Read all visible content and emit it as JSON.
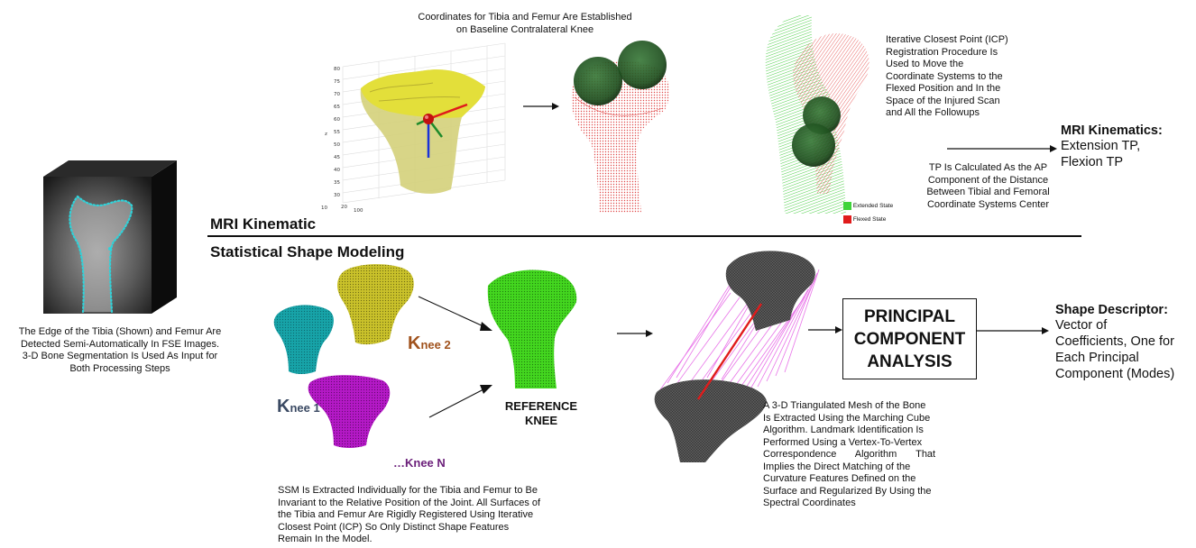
{
  "top_left_caption": {
    "line1": "Coordinates for Tibia and Femur Are Established",
    "line2": "on Baseline Contralateral Knee"
  },
  "icp_caption": [
    "Iterative Closest Point (ICP)",
    "Registration Procedure Is",
    "Used to Move the",
    "Coordinate Systems to the",
    "Flexed Position and In the",
    "Space of the Injured Scan",
    "and All the Followups"
  ],
  "tp_caption": [
    "TP Is Calculated As the AP",
    "Component of the Distance",
    "Between Tibial and Femoral",
    "Coordinate Systems Center"
  ],
  "legend": [
    {
      "label": "Extended State",
      "color": "#3fd43a"
    },
    {
      "label": "Flexed State",
      "color": "#e01b1b"
    }
  ],
  "mri_kinematics": {
    "heading": "MRI Kinematics:",
    "line1": "Extension TP,",
    "line2": "Flexion TP"
  },
  "section_mri": "MRI Kinematic",
  "section_ssm": "Statistical Shape Modeling",
  "left_caption": [
    "The Edge of the Tibia (Shown) and Femur Are",
    "Detected Semi-Automatically In FSE Images.",
    "3-D Bone Segmentation Is Used As Input for",
    "Both Processing Steps"
  ],
  "knees": {
    "knee1_big": "K",
    "knee1_rest": "nee 1",
    "knee2_big": "K",
    "knee2_rest": "nee 2",
    "kneeN": "…Knee N"
  },
  "reference_knee": {
    "line1": "REFERENCE",
    "line2": "KNEE"
  },
  "ssm_caption": [
    "SSM Is Extracted Individually for the Tibia and Femur to Be",
    "Invariant to the Relative Position of the Joint. All Surfaces of",
    "the Tibia and Femur Are Rigidly Registered Using Iterative",
    "Closest Point (ICP) So Only Distinct Shape Features",
    "Remain In the Model."
  ],
  "mesh_caption": [
    "A 3-D Triangulated Mesh of the Bone",
    "Is Extracted Using the Marching Cube",
    "Algorithm. Landmark Identification Is",
    "Performed Using a Vertex-To-Vertex",
    "Correspondence Algorithm That",
    "Implies the Direct Matching of the",
    "Curvature Features Defined on the",
    "Surface and Regularized By Using the",
    "Spectral Coordinates"
  ],
  "pca": {
    "line1": "PRINCIPAL",
    "line2": "COMPONENT",
    "line3": "ANALYSIS"
  },
  "shape_descriptor": {
    "heading": "Shape Descriptor:",
    "lines": [
      "Vector of",
      "Coefficients, One for",
      "Each Principal",
      "Component (Modes)"
    ]
  },
  "plot_ticks": {
    "y": [
      "80",
      "75",
      "70",
      "65",
      "60",
      "55",
      "50",
      "45",
      "40",
      "35",
      "30"
    ],
    "z_label": "z",
    "bottom": [
      "20",
      "100"
    ],
    "bottom_left": "10"
  },
  "colors": {
    "cyan_knee": "#17a3a8",
    "yellow_knee": "#c9c12a",
    "magenta_knee": "#b419c6",
    "green_ref": "#43d61f",
    "knee1_text": "#3b4a63",
    "knee2_text": "#a0521d",
    "kneeN_text": "#6b1f7a",
    "mesh_lines": "#e873e8"
  }
}
